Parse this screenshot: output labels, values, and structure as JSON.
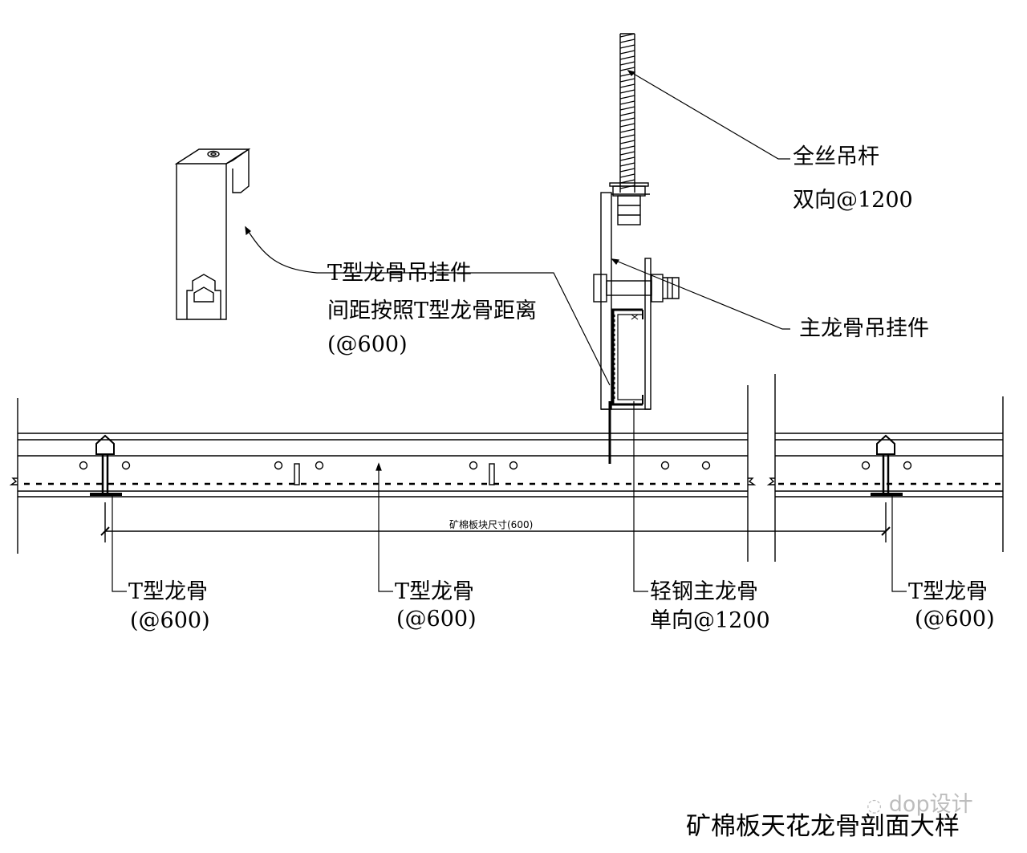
{
  "labels": {
    "rod": {
      "line1": "全丝吊杆",
      "line2": "双向@1200"
    },
    "t_hanger": {
      "line1": "T型龙骨吊挂件",
      "line2": "间距按照T型龙骨距离",
      "line3": "(@600)"
    },
    "main_hanger": "主龙骨吊挂件",
    "t_keel_left": {
      "line1": "T型龙骨",
      "line2": "(@600)"
    },
    "t_keel_mid": {
      "line1": "T型龙骨",
      "line2": "(@600)"
    },
    "main_keel": {
      "line1": "轻钢主龙骨",
      "line2": "单向@1200"
    },
    "t_keel_right": {
      "line1": "T型龙骨",
      "line2": "(@600)"
    },
    "dimension": "矿棉板块尺寸(600)"
  },
  "title": "矿棉板天花龙骨剖面大样",
  "watermark": "dop设计",
  "colors": {
    "line": "#000000",
    "watermark": "#bdbdbd",
    "background": "#ffffff"
  }
}
